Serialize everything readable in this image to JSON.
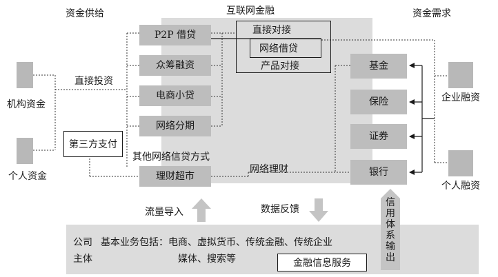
{
  "headers": {
    "supply": "资金供给",
    "platform": "互联网金融",
    "demand": "资金需求"
  },
  "supply_sources": [
    "机构资金",
    "个人资金"
  ],
  "direct_investment": "直接投资",
  "third_party_payment": "第三方支付",
  "platform_boxes": [
    "P2P 借贷",
    "众筹融资",
    "电商小贷",
    "网络分期",
    "理财超市"
  ],
  "other_lending": "其他网络信贷方式",
  "direct_connect": [
    "直接对接",
    "网络借贷",
    "产品对接"
  ],
  "online_wealth": "网络理财",
  "institutions": [
    "基金",
    "保险",
    "证券",
    "银行"
  ],
  "demand_sources": [
    "企业融资",
    "个人融资"
  ],
  "traffic_in": "流量导入",
  "data_feedback": "数据反馈",
  "credit_output": "信用体系输出",
  "bottom": {
    "company_label": "公司",
    "subject_label": "主体",
    "business_line1": "基本业务包括：电商、虚拟货币、传统金融、传统企业",
    "business_line2": "媒体、搜索等",
    "info_service": "金融信息服务"
  }
}
